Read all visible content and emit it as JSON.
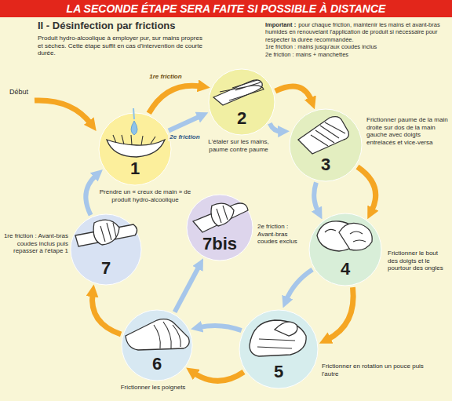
{
  "diagram": {
    "title": "LA SECONDE ÉTAPE SERA FAITE SI POSSIBLE À DISTANCE",
    "nodes": [
      {
        "text": [
          "1",
          "Prendre un « creux de main » de produit hydro-alcoolique"
        ]
      },
      {
        "text": [
          "2",
          "L'étaler sur les mains, paume contre paume"
        ]
      },
      {
        "text": [
          "3",
          "Frictionner paume de la main droite sur dos de la main gauche avec doigts entrelacés et vice-versa"
        ]
      },
      {
        "text": [
          "4",
          "Frictionner le bout des doigts et le pourtour des ongles"
        ]
      },
      {
        "text": [
          "5",
          "Frictionner en rotation un pouce puis l'autre"
        ]
      },
      {
        "text": [
          "6",
          "Frictionner les poignets"
        ]
      },
      {
        "text": [
          "7",
          "1re friction : Avant-bras coudes inclus puis repasser à l'étape 1"
        ]
      },
      {
        "text": [
          "7bis",
          "2e friction : Avant-bras coudes exclus"
        ]
      }
    ],
    "edges": [
      {
        "from": 0,
        "to": 1,
        "arrow": "to",
        "label": "1re friction"
      },
      {
        "from": 0,
        "to": 1,
        "arrow": "to",
        "label": "2e friction"
      },
      {
        "from": 1,
        "to": 2,
        "arrow": "to"
      },
      {
        "from": 1,
        "to": 2,
        "arrow": "to"
      },
      {
        "from": 2,
        "to": 3,
        "arrow": "to"
      },
      {
        "from": 2,
        "to": 3,
        "arrow": "to"
      },
      {
        "from": 3,
        "to": 4,
        "arrow": "to"
      },
      {
        "from": 3,
        "to": 4,
        "arrow": "to"
      },
      {
        "from": 4,
        "to": 5,
        "arrow": "to"
      },
      {
        "from": 4,
        "to": 5,
        "arrow": "to"
      },
      {
        "from": 5,
        "to": 6,
        "arrow": "to"
      },
      {
        "from": 5,
        "to": 7,
        "arrow": "to"
      },
      {
        "from": 6,
        "to": 0,
        "arrow": "to"
      }
    ],
    "labels": [
      "II - Désinfection par frictions",
      "Produit hydro-alcoolique à employer pur, sur mains propres et sèches. Cette étape suffit en cas d'intervention de courte durée.",
      "Important :",
      "pour chaque friction, maintenir les mains et avant-bras humides en renouvelant l'application de produit si nécessaire pour respecter la durée recommandée.",
      "1re friction : mains jusqu'aux coudes inclus",
      "2e friction : mains + manchettes",
      "Début"
    ]
  }
}
